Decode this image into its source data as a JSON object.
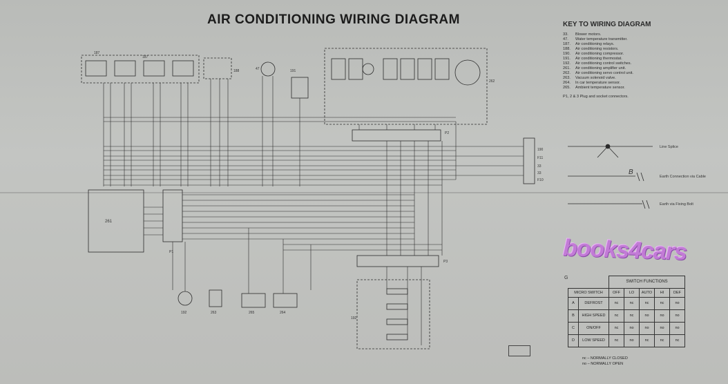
{
  "title": "AIR CONDITIONING WIRING DIAGRAM",
  "key": {
    "heading": "KEY TO WIRING DIAGRAM",
    "items": [
      {
        "num": "33.",
        "desc": "Blower motors."
      },
      {
        "num": "47.",
        "desc": "Water temperature transmitter."
      },
      {
        "num": "187.",
        "desc": "Air conditioning relays."
      },
      {
        "num": "188.",
        "desc": "Air conditioning resistors."
      },
      {
        "num": "190.",
        "desc": "Air conditioning compressor."
      },
      {
        "num": "191.",
        "desc": "Air conditioning thermostat."
      },
      {
        "num": "192.",
        "desc": "Air conditioning control switches."
      },
      {
        "num": "261.",
        "desc": "Air conditioning amplifier unit."
      },
      {
        "num": "262.",
        "desc": "Air conditioning servo control unit."
      },
      {
        "num": "263.",
        "desc": "Vacuum solenoid valve."
      },
      {
        "num": "264.",
        "desc": "In car temperature sensor."
      },
      {
        "num": "265.",
        "desc": "Ambient temperature sensor."
      }
    ],
    "note": "P1, 2 & 3 Plug and socket connectors."
  },
  "legend": {
    "line_splice": "Line Splice",
    "earth_cable": "Earth Connection via Cable",
    "earth_bolt": "Earth via Fixing Bolt",
    "earth_letter": "B"
  },
  "watermark": "books4cars",
  "switch_table": {
    "caption": "SWITCH FUNCTIONS",
    "marker": "G",
    "headers": [
      "MICRO SWITCH",
      "OFF",
      "LO",
      "AUTO",
      "HI",
      "DEF"
    ],
    "rows": [
      {
        "id": "A",
        "name": "DEFROST",
        "values": [
          "nc",
          "nc",
          "nc",
          "nc",
          "no"
        ]
      },
      {
        "id": "B",
        "name": "HIGH SPEED",
        "values": [
          "nc",
          "nc",
          "no",
          "no",
          "no"
        ]
      },
      {
        "id": "C",
        "name": "ON/OFF",
        "values": [
          "nc",
          "no",
          "no",
          "no",
          "no"
        ]
      },
      {
        "id": "D",
        "name": "LOW SPEED",
        "values": [
          "nc",
          "no",
          "nc",
          "nc",
          "nc"
        ]
      }
    ],
    "notes": [
      "nc – NORMALLY CLOSED",
      "no – NORMALLY OPEN"
    ]
  },
  "components": {
    "c187a": "187",
    "c187b": "187",
    "c188": "188",
    "c47": "47",
    "c191": "191",
    "c262": "262",
    "c261": "261",
    "c192": "192",
    "c263": "263",
    "c265": "265",
    "c264": "264",
    "c192b": "192",
    "p1": "P1",
    "p2": "P2",
    "p3": "P3",
    "out": [
      "190",
      "F11",
      "33",
      "33",
      "F10"
    ]
  }
}
